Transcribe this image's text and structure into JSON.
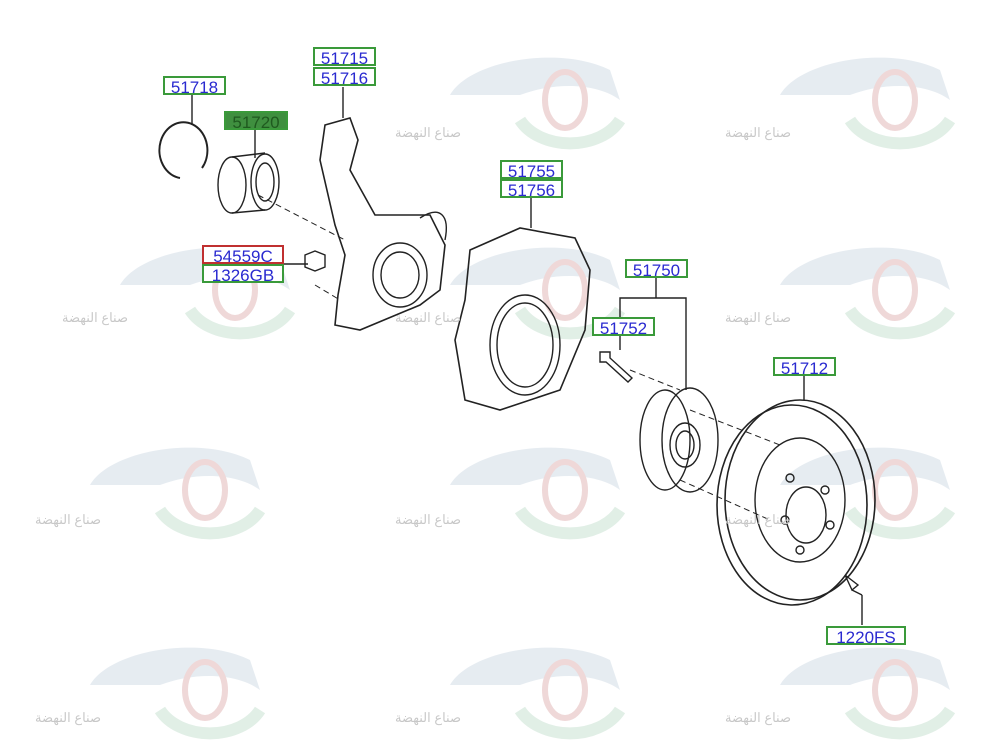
{
  "watermark": {
    "text": "صناع النهضة"
  },
  "labels": {
    "l51715": "51715",
    "l51716": "51716",
    "l51718": "51718",
    "l51720": "51720",
    "l54559C": "54559C",
    "l1326GB": "1326GB",
    "l51755": "51755",
    "l51756": "51756",
    "l51750": "51750",
    "l51752": "51752",
    "l51712": "51712",
    "l1220FS": "1220FS"
  },
  "colors": {
    "label_text": "#2a2ad0",
    "label_border": "#3a9a3a",
    "highlight_fill": "#3f8f3f",
    "alt_border": "#c03030"
  }
}
